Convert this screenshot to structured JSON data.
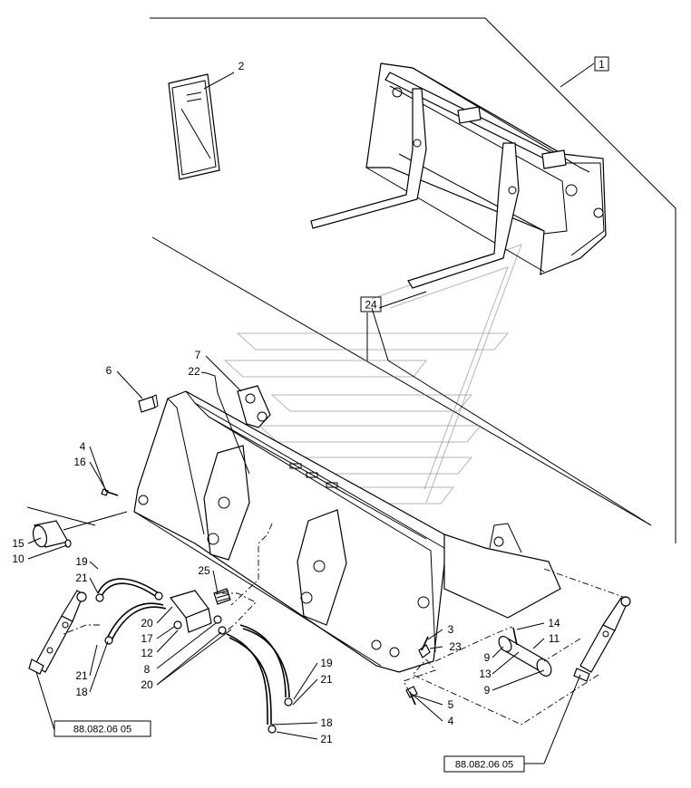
{
  "callouts": {
    "c1": "1",
    "c2": "2",
    "c24": "24",
    "c7": "7",
    "c22": "22",
    "c6": "6",
    "c4a": "4",
    "c16": "16",
    "c15": "15",
    "c10": "10",
    "c19a": "19",
    "c21a": "21",
    "c25": "25",
    "c20a": "20",
    "c17": "17",
    "c12": "12",
    "c8": "8",
    "c20b": "20",
    "c21b": "21",
    "c18a": "18",
    "c19b": "19",
    "c21c": "21",
    "c18b": "18",
    "c21d": "21",
    "c3": "3",
    "c23": "23",
    "c5": "5",
    "c4b": "4",
    "c14": "14",
    "c11": "11",
    "c9a": "9",
    "c13": "13",
    "c9b": "9"
  },
  "references": {
    "left": "88.082.06 05",
    "right": "88.082.06 05"
  }
}
